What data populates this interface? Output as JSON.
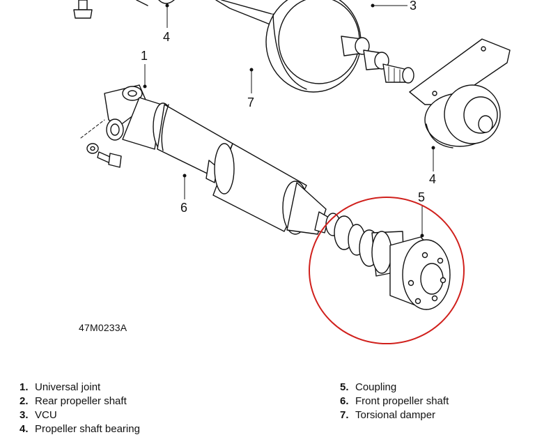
{
  "callouts": {
    "c1": "1",
    "c3": "3",
    "c4a": "4",
    "c4b": "4",
    "c5": "5",
    "c6": "6",
    "c7": "7"
  },
  "reference_code": "47M0233A",
  "highlight_color": "#d0201c",
  "legend": {
    "left": [
      {
        "num": "1.",
        "label": "Universal joint"
      },
      {
        "num": "2.",
        "label": "Rear propeller shaft"
      },
      {
        "num": "3.",
        "label": "VCU"
      },
      {
        "num": "4.",
        "label": "Propeller shaft bearing"
      }
    ],
    "right": [
      {
        "num": "5.",
        "label": "Coupling"
      },
      {
        "num": "6.",
        "label": "Front propeller shaft"
      },
      {
        "num": "7.",
        "label": "Torsional damper"
      }
    ]
  }
}
